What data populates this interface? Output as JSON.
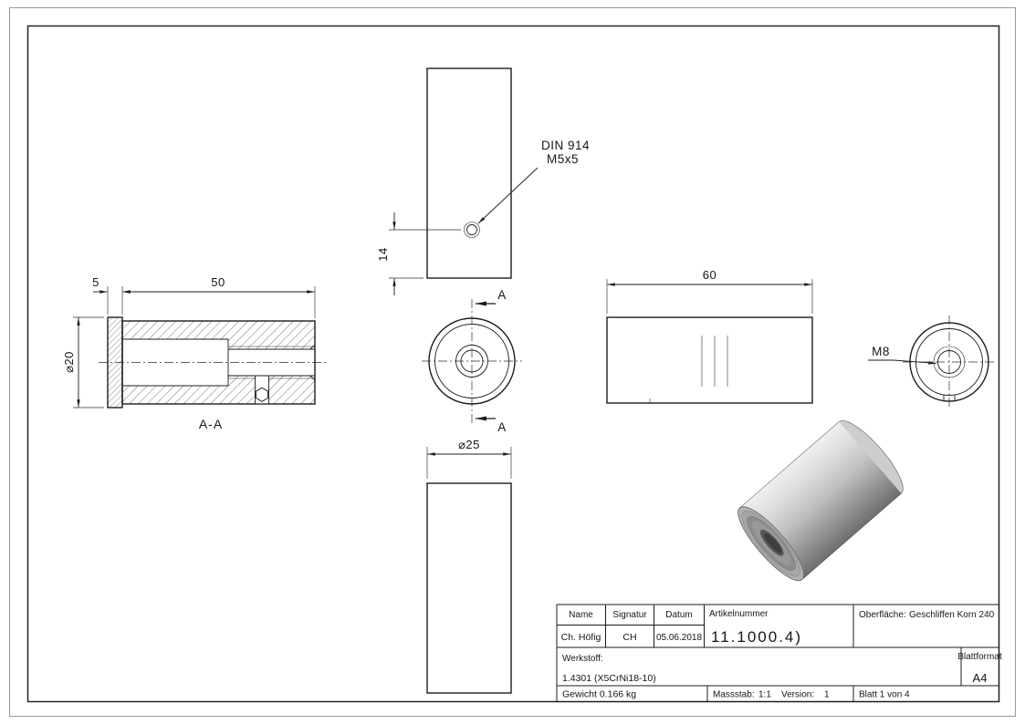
{
  "sheet": {
    "background": "#ffffff",
    "line_color": "#1c1c1c",
    "render_gray": "#bfbfbf"
  },
  "views": {
    "section_view": {
      "dim_cap_length": "5",
      "dim_body_length": "50",
      "dim_diameter": "⌀20",
      "caption": "A-A"
    },
    "top_view": {
      "callout_standard": "DIN 914",
      "callout_thread": "M5x5",
      "dim_hole_position": "14"
    },
    "front_view": {
      "cut_label_top": "A",
      "cut_label_bottom": "A",
      "dim_diameter": "⌀25"
    },
    "side_view": {
      "dim_length": "60"
    },
    "end_view": {
      "thread_label": "M8"
    }
  },
  "title_block": {
    "header_name": "Name",
    "header_signatur": "Signatur",
    "header_datum": "Datum",
    "header_artikelnummer": "Artikelnummer",
    "value_name": "Ch. Höfig",
    "value_signatur": "CH",
    "value_datum": "05.06.2018",
    "value_artikelnummer": "11.1000.4)",
    "oberflaeche_label": "Oberfläche:",
    "oberflaeche_value": "Geschliffen Korn 240",
    "werkstoff_label": "Werkstoff:",
    "werkstoff_value": "1.4301 (X5CrNi18-10)",
    "blattformat_label": "Blattformat",
    "blattformat_value": "A4",
    "gewicht": "Gewicht 0.166 kg",
    "massstab_label": "Massstab:",
    "massstab_value": "1:1",
    "version_label": "Version:",
    "version_value": "1",
    "blatt": "Blatt 1 von 4"
  }
}
